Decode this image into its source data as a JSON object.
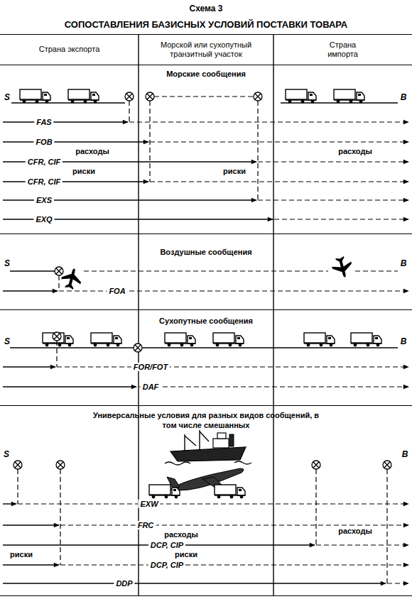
{
  "diagram": {
    "title": "СОПОСТАВЛЕНИЯ БАЗИСНЫХ УСЛОВИЙ ПОСТАВКИ ТОВАРА",
    "nodes": [
      {
        "text": [
          "Страна экспорта"
        ]
      },
      {
        "text": [
          "Морской или сухопутный транзитный участок"
        ]
      },
      {
        "text": [
          "Страна импорта"
        ]
      },
      {
        "text": [
          "Морские сообщения"
        ]
      },
      {
        "text": [
          "Воздушные сообщения"
        ]
      },
      {
        "text": [
          "Сухопутные сообщения"
        ]
      },
      {
        "text": [
          "Универсальные условия для разных видов сообщений, в том числе смешанных"
        ]
      }
    ],
    "labels": [
      "Схема 3",
      "S",
      "B",
      "FAS",
      "FOB",
      "расходы",
      "расходы",
      "CFR, CIF",
      "риски",
      "риски",
      "CFR, CIF",
      "EXS",
      "EXQ",
      "S",
      "B",
      "FOA",
      "S",
      "B",
      "FOR/FOT",
      "DAF",
      "S",
      "B",
      "EXW",
      "FRC",
      "расходы",
      "расходы",
      "DCP, CIP",
      "риски",
      "риски",
      "DCP, CIP",
      "DDP"
    ]
  }
}
